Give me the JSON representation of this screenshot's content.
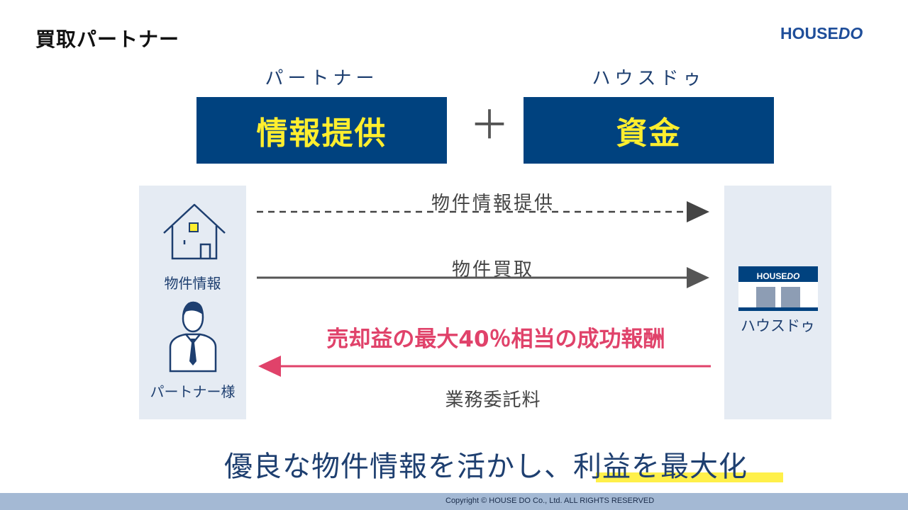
{
  "header": {
    "title": "買取パートナー",
    "logo_main": "HOUSE",
    "logo_do": "DO"
  },
  "top": {
    "partner_label": "パートナー",
    "housedo_label": "ハウスドゥ",
    "partner_box": "情報提供",
    "housedo_box": "資金",
    "plus_sign": "＋"
  },
  "left_panel": {
    "property_label": "物件情報",
    "partner_label": "パートナー様"
  },
  "right_panel": {
    "shop_logo_main": "HOUSE",
    "shop_logo_do": "DO",
    "shop_label": "ハウスドゥ"
  },
  "flows": {
    "info_label": "物件情報提供",
    "purchase_label": "物件買取",
    "reward_label": "売却益の最大40％相当の成功報酬",
    "fee_label": "業務委託料"
  },
  "tagline": "優良な物件情報を活かし、利益を最大化",
  "footer": {
    "copyright": "Copyright © HOUSE DO Co., Ltd. ALL RIGHTS RESERVED"
  },
  "colors": {
    "navy": "#00427f",
    "yellow": "#ffee2e",
    "pink": "#e0426a",
    "panel": "#e5ebf3",
    "text_navy": "#1e3f70"
  }
}
